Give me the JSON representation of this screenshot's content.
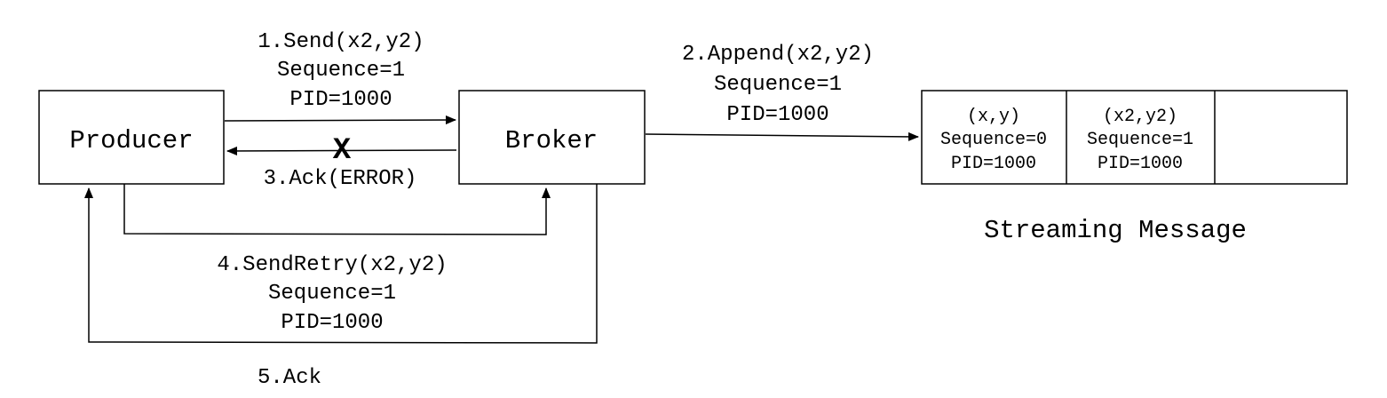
{
  "nodes": {
    "producer": "Producer",
    "broker": "Broker"
  },
  "edges": {
    "send": [
      "1.Send(x2,y2)",
      "Sequence=1",
      "PID=1000"
    ],
    "append": [
      "2.Append(x2,y2)",
      "Sequence=1",
      "PID=1000"
    ],
    "ack_error": "3.Ack(ERROR)",
    "ack_error_mark": "X",
    "send_retry": [
      "4.SendRetry(x2,y2)",
      "Sequence=1",
      "PID=1000"
    ],
    "ack": "5.Ack"
  },
  "stream": {
    "cells": [
      [
        "(x,y)",
        "Sequence=0",
        "PID=1000"
      ],
      [
        "(x2,y2)",
        "Sequence=1",
        "PID=1000"
      ],
      [
        "",
        "",
        ""
      ]
    ],
    "caption": "Streaming Message"
  }
}
